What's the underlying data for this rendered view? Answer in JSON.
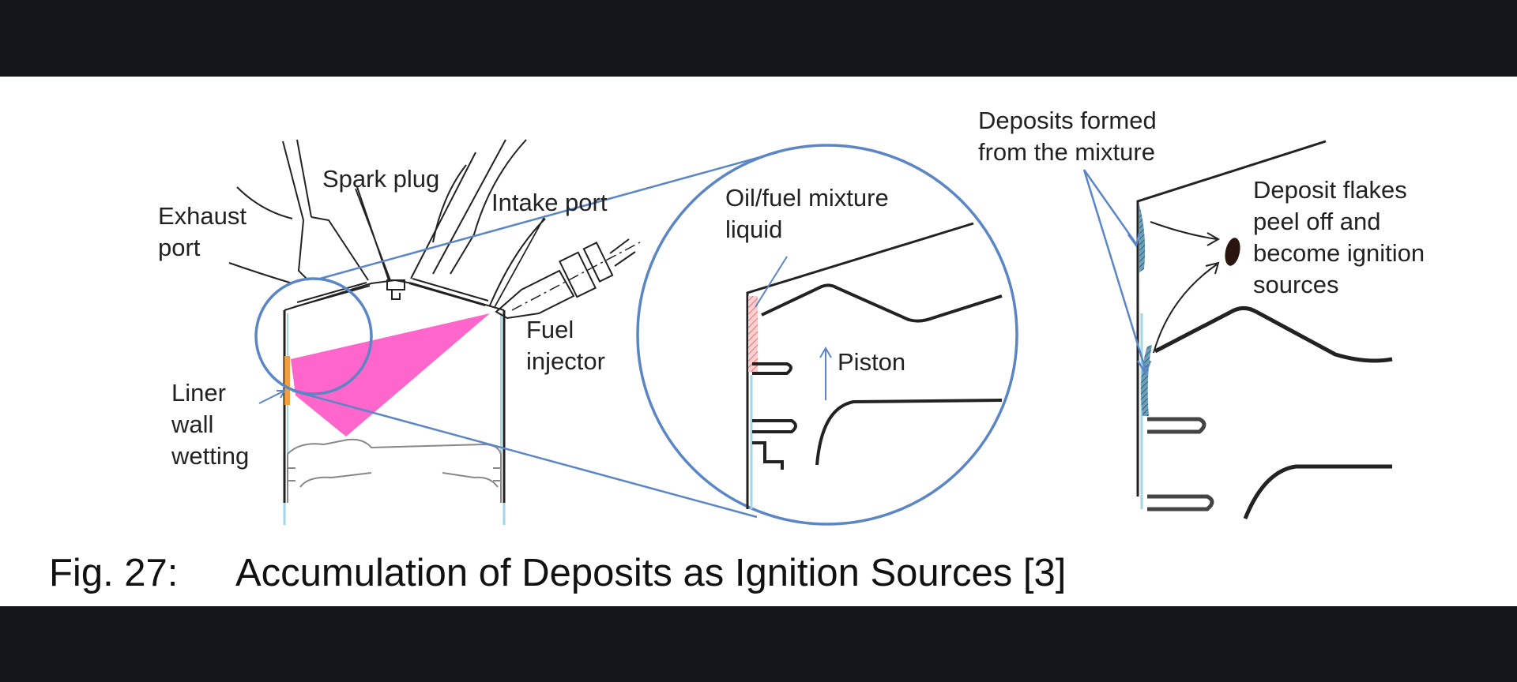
{
  "labels": {
    "spark_plug": "Spark plug",
    "exhaust_port": [
      "Exhaust",
      "port"
    ],
    "intake_port": "Intake port",
    "fuel_injector": [
      "Fuel",
      "injector"
    ],
    "liner_wall_wetting": [
      "Liner",
      "wall",
      "wetting"
    ],
    "oil_fuel_mixture": [
      "Oil/fuel mixture",
      "liquid"
    ],
    "piston": "Piston",
    "deposits_formed": [
      "Deposits formed",
      "from the mixture"
    ],
    "deposit_flakes": [
      "Deposit flakes",
      "peel off and",
      "become ignition",
      "sources"
    ]
  },
  "caption": {
    "number": "Fig. 27:",
    "text": "Accumulation of Deposits as Ignition Sources [3]"
  },
  "colors": {
    "background": "#12161b",
    "panel": "#ffffff",
    "line": "#222222",
    "magnifier": "#5b86c5",
    "spray": "#ff66cc",
    "wetting": "#f0a040",
    "oil_film": "#f4a0a0",
    "liner": "#9fd6e8",
    "deposit": "#5a8fa8",
    "flake": "#2a1410"
  }
}
